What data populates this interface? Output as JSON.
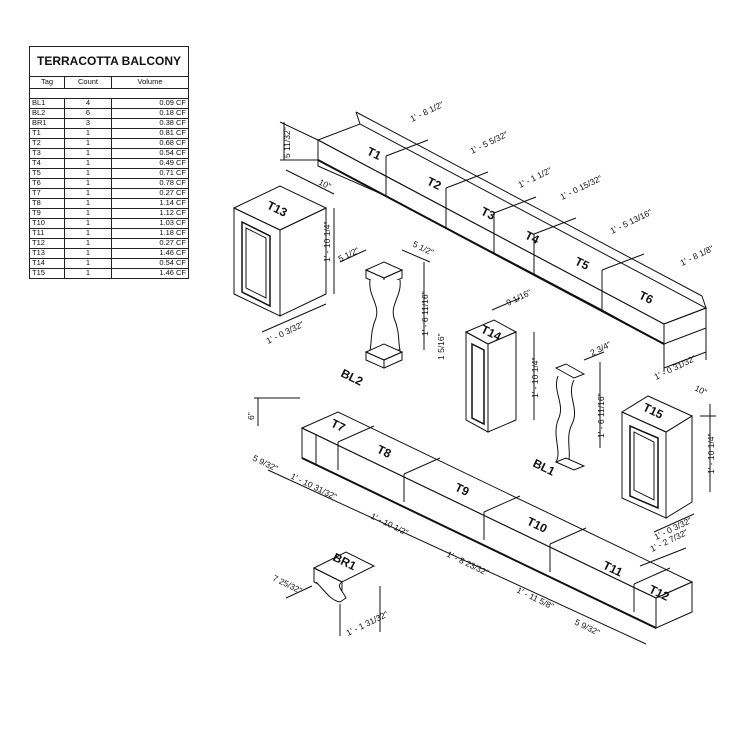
{
  "schedule": {
    "title": "TERRACOTTA BALCONY",
    "columns": [
      "Tag",
      "Count",
      "Volume"
    ],
    "rows": [
      [
        "BL1",
        "4",
        "0.09 CF"
      ],
      [
        "BL2",
        "6",
        "0.18 CF"
      ],
      [
        "BR1",
        "3",
        "0.38 CF"
      ],
      [
        "T1",
        "1",
        "0.81 CF"
      ],
      [
        "T2",
        "1",
        "0.68 CF"
      ],
      [
        "T3",
        "1",
        "0.54 CF"
      ],
      [
        "T4",
        "1",
        "0.49 CF"
      ],
      [
        "T5",
        "1",
        "0.71 CF"
      ],
      [
        "T6",
        "1",
        "0.78 CF"
      ],
      [
        "T7",
        "1",
        "0.27 CF"
      ],
      [
        "T8",
        "1",
        "1.14 CF"
      ],
      [
        "T9",
        "1",
        "1.12 CF"
      ],
      [
        "T10",
        "1",
        "1.03 CF"
      ],
      [
        "T11",
        "1",
        "1.18 CF"
      ],
      [
        "T12",
        "1",
        "0.27 CF"
      ],
      [
        "T13",
        "1",
        "1.46 CF"
      ],
      [
        "T14",
        "1",
        "0.54 CF"
      ],
      [
        "T15",
        "1",
        "1.46 CF"
      ]
    ]
  },
  "tags": {
    "t1": "T1",
    "t2": "T2",
    "t3": "T3",
    "t4": "T4",
    "t5": "T5",
    "t6": "T6",
    "t7": "T7",
    "t8": "T8",
    "t9": "T9",
    "t10": "T10",
    "t11": "T11",
    "t12": "T12",
    "t13": "T13",
    "t14": "T14",
    "t15": "T15",
    "bl1": "BL1",
    "bl2": "BL2",
    "br1": "BR1"
  },
  "dims": {
    "top_h": "5 11/32\"",
    "top_t1": "1' - 8 1/2\"",
    "top_t2": "1' - 5 5/32\"",
    "top_t3": "1' - 1 1/2\"",
    "top_t4": "1' - 0 15/32\"",
    "top_t5": "1' - 5 13/16\"",
    "top_t6": "1' - 8 1/8\"",
    "top_end": "1' - 0 31/32\"",
    "t13_w": "10\"",
    "t13_h": "1' - 10 1/4\"",
    "t13_d": "1' - 0 3/32\"",
    "bl2_a": "5 1/2\"",
    "bl2_b": "5 1/2\"",
    "bl2_h": "1' - 6 11/16\"",
    "bl2_base": "1 5/16\"",
    "t14_w": "9 1/16\"",
    "t14_h": "1' - 10 1/4\"",
    "bl1_w": "2 3/4\"",
    "bl1_h": "1' - 6 11/16\"",
    "t15_w": "10\"",
    "t15_h": "1' - 10 1/4\"",
    "t15_d": "1' - 0 3/32\"",
    "bot_h": "6\"",
    "bot_end": "5 9/32\"",
    "bot_t8": "1' - 10 31/32\"",
    "bot_t9": "1' - 10 1/2\"",
    "bot_t10": "1' - 8 23/32\"",
    "bot_t11": "1' - 11 5/8\"",
    "bot_t12": "5 9/32\"",
    "bot_right": "1' - 2 7/32\"",
    "br1_w": "7 25/32\"",
    "br1_h": "1' - 1 31/32\""
  }
}
